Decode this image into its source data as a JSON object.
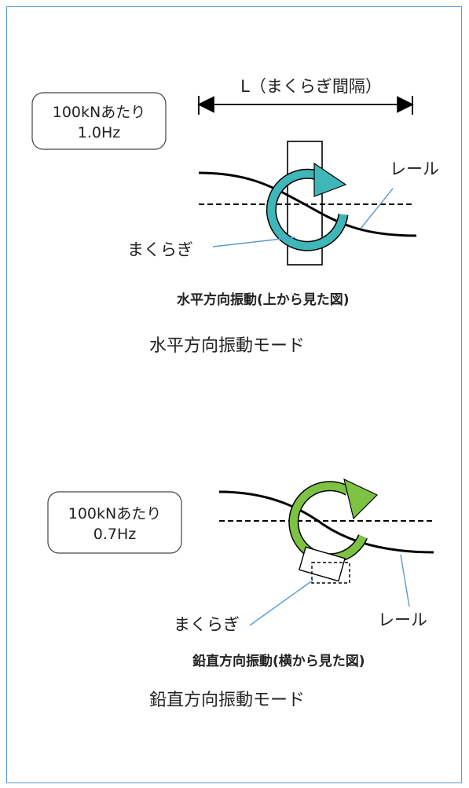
{
  "horizontal": {
    "box_line1": "100kNあたり",
    "box_line2": "1.0Hz",
    "dimension_label": "L（まくらぎ間隔）",
    "rail_label": "レール",
    "sleeper_label": "まくらぎ",
    "caption": "水平方向振動(上から見た図)",
    "mode_title": "水平方向振動モード",
    "arrow_color": "#3fb6b8"
  },
  "vertical": {
    "box_line1": "100kNあたり",
    "box_line2": "0.7Hz",
    "rail_label": "レール",
    "sleeper_label": "まくらぎ",
    "caption": "鉛直方向振動(横から見た図)",
    "mode_title": "鉛直方向振動モード",
    "arrow_color": "#7dc242"
  },
  "colors": {
    "frame": "#5b9bd5",
    "leader": "#5b9bd5"
  }
}
